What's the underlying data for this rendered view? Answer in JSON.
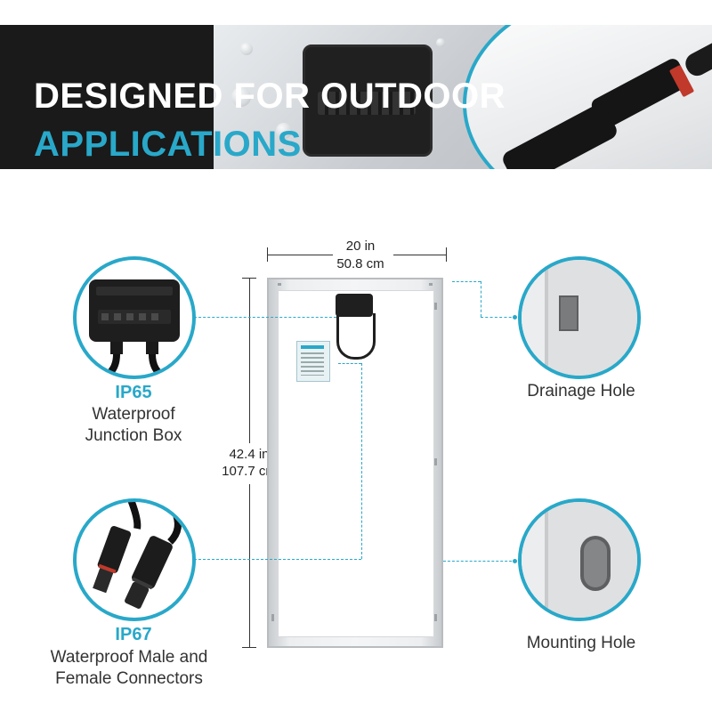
{
  "banner": {
    "title_line1": "DESIGNED FOR OUTDOOR",
    "title_line2": "APPLICATIONS",
    "accent_color": "#29a8c9"
  },
  "dimensions": {
    "width_in": "20 in",
    "width_cm": "50.8 cm",
    "height_in": "42.4 in",
    "height_cm": "107.7 cm"
  },
  "left_features": [
    {
      "rating": "IP65",
      "line1": "Waterproof",
      "line2": "Junction Box",
      "icon": "junction-box-icon"
    },
    {
      "rating": "IP67",
      "line1": "Waterproof Male and",
      "line2": "Female Connectors",
      "icon": "mc4-connector-icon"
    }
  ],
  "right_features": [
    {
      "label": "Drainage Hole",
      "icon": "drainage-hole-icon"
    },
    {
      "label": "Mounting Hole",
      "icon": "mounting-hole-icon"
    }
  ]
}
